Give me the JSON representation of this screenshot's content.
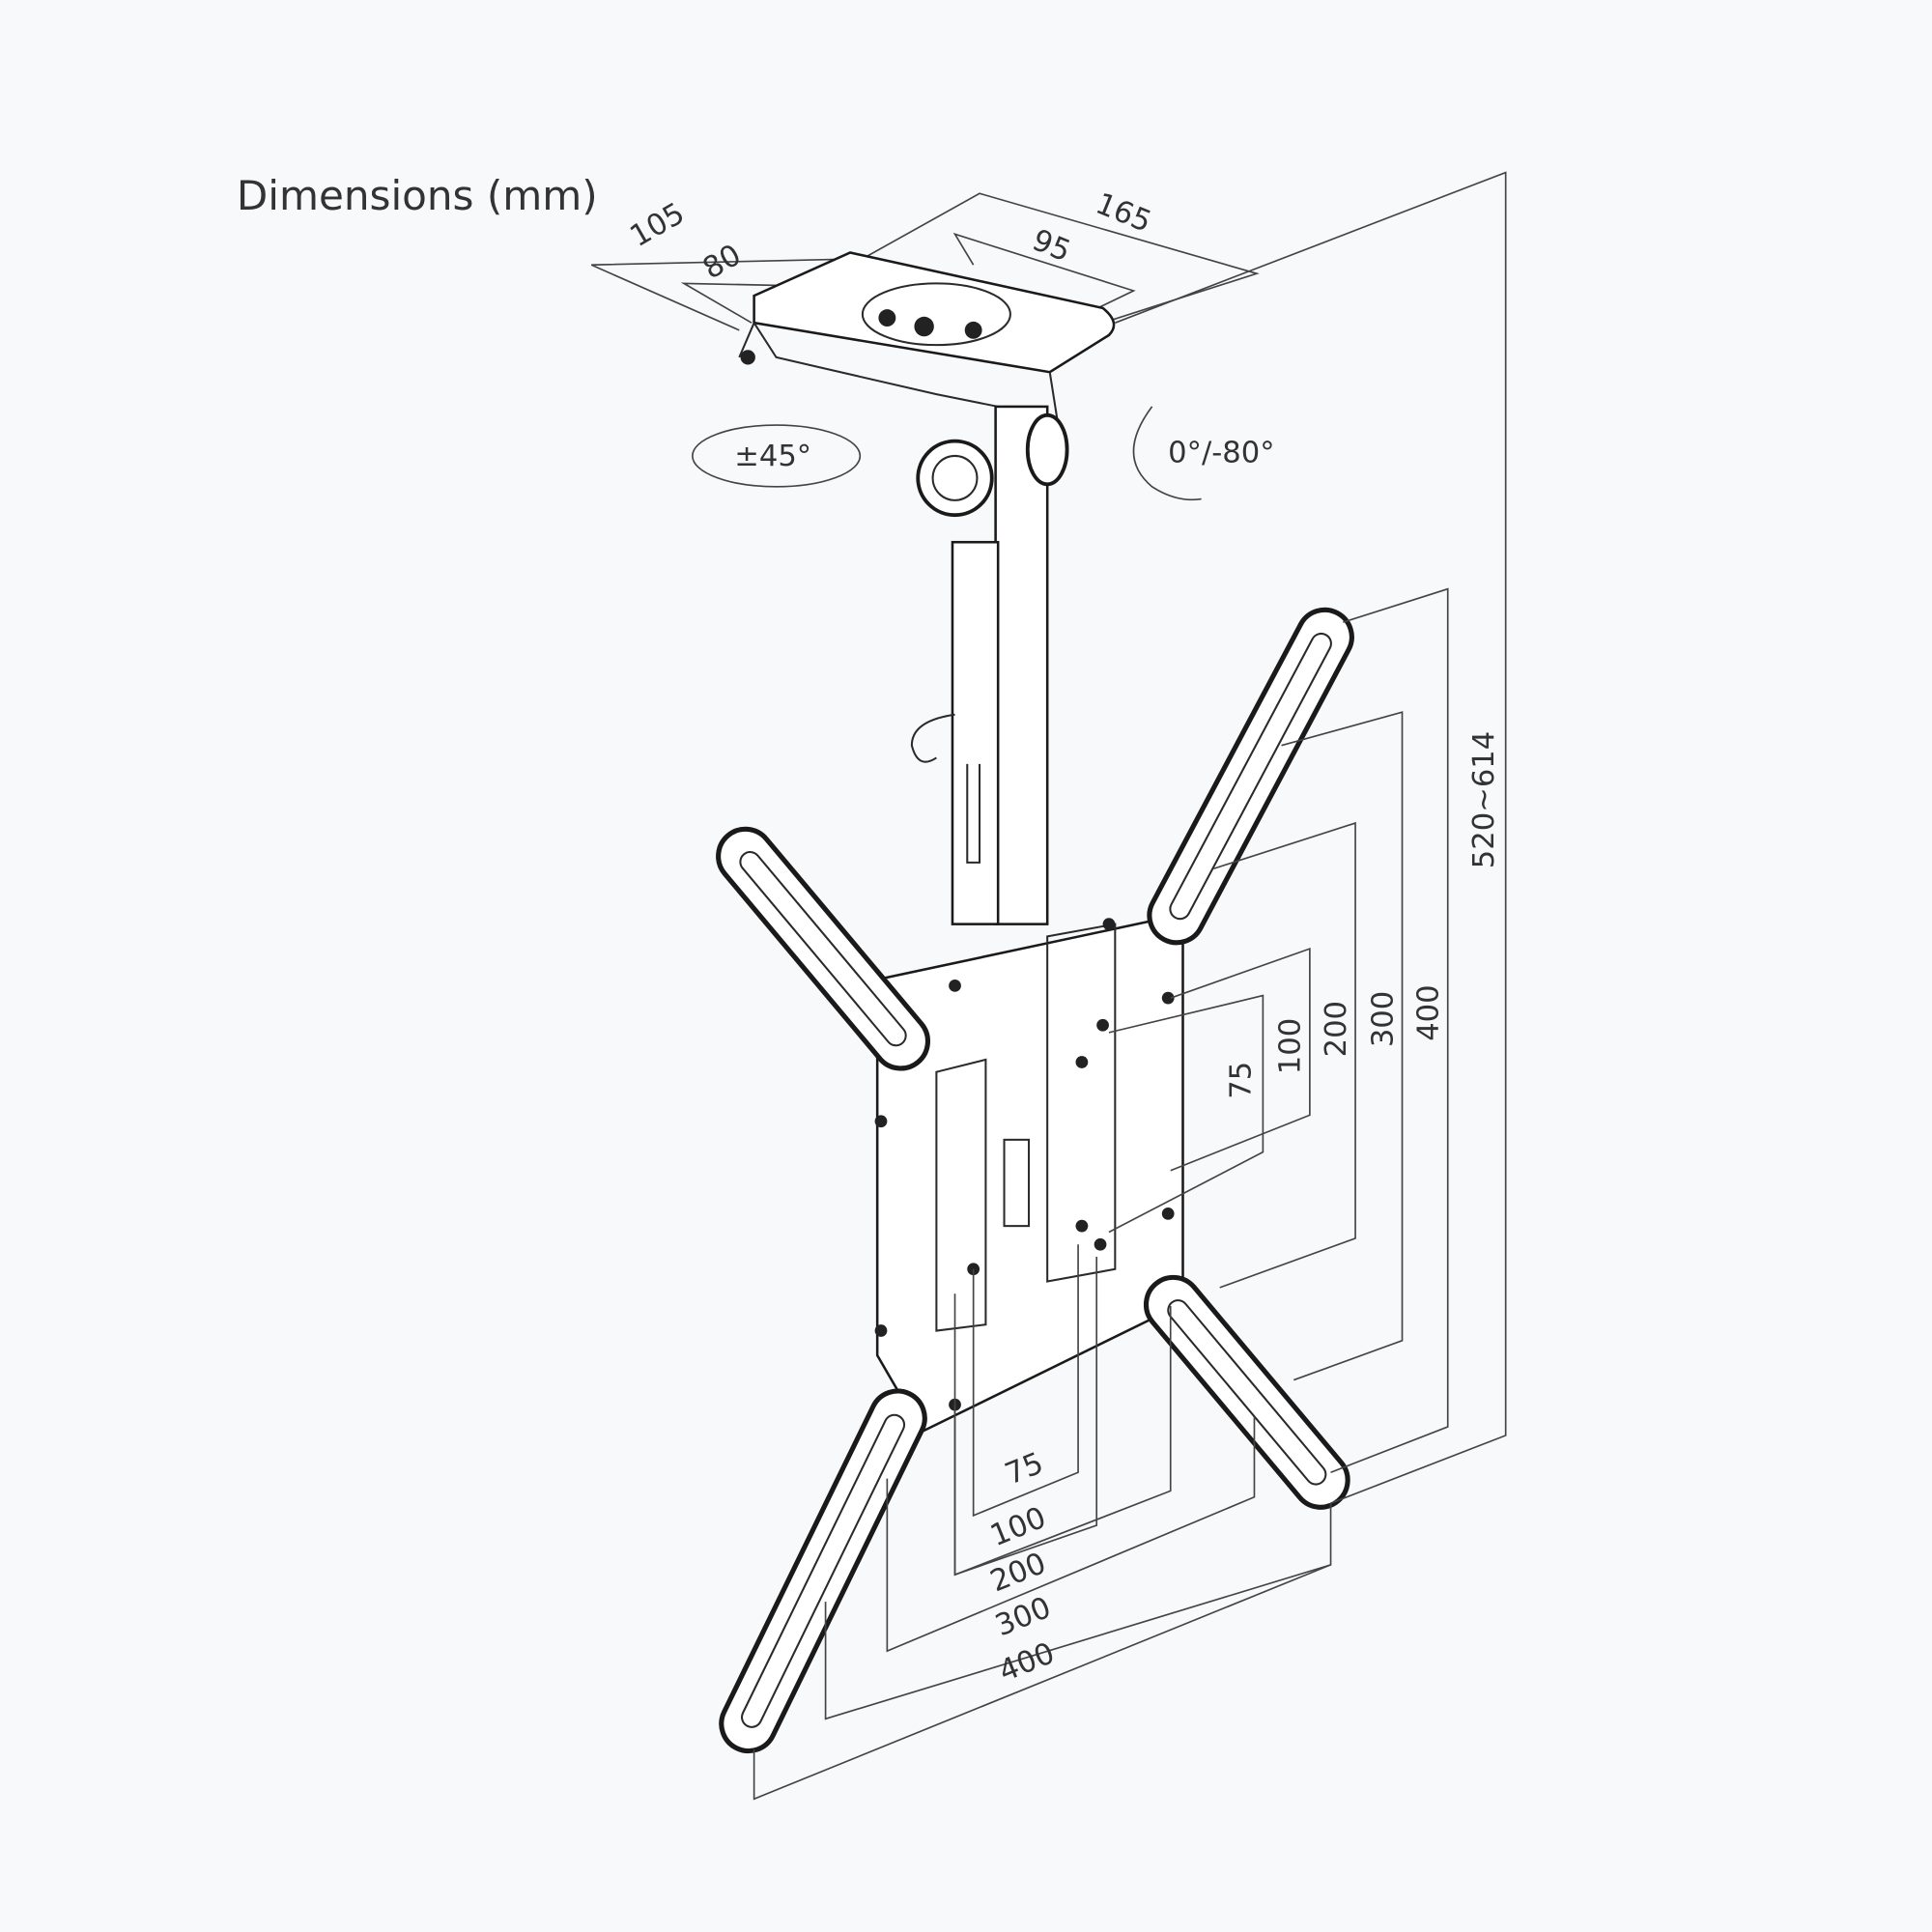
{
  "title": "Dimensions (mm)",
  "ceiling_plate": {
    "depth_outer": "105",
    "depth_inner": "80",
    "width_outer": "165",
    "width_inner": "95"
  },
  "rotation": {
    "swivel": "±45°",
    "tilt": "0°/-80°"
  },
  "height_range": "520~614",
  "vesa_vertical": [
    "75",
    "100",
    "200",
    "300",
    "400"
  ],
  "vesa_horizontal": [
    "75",
    "100",
    "200",
    "300",
    "400"
  ]
}
